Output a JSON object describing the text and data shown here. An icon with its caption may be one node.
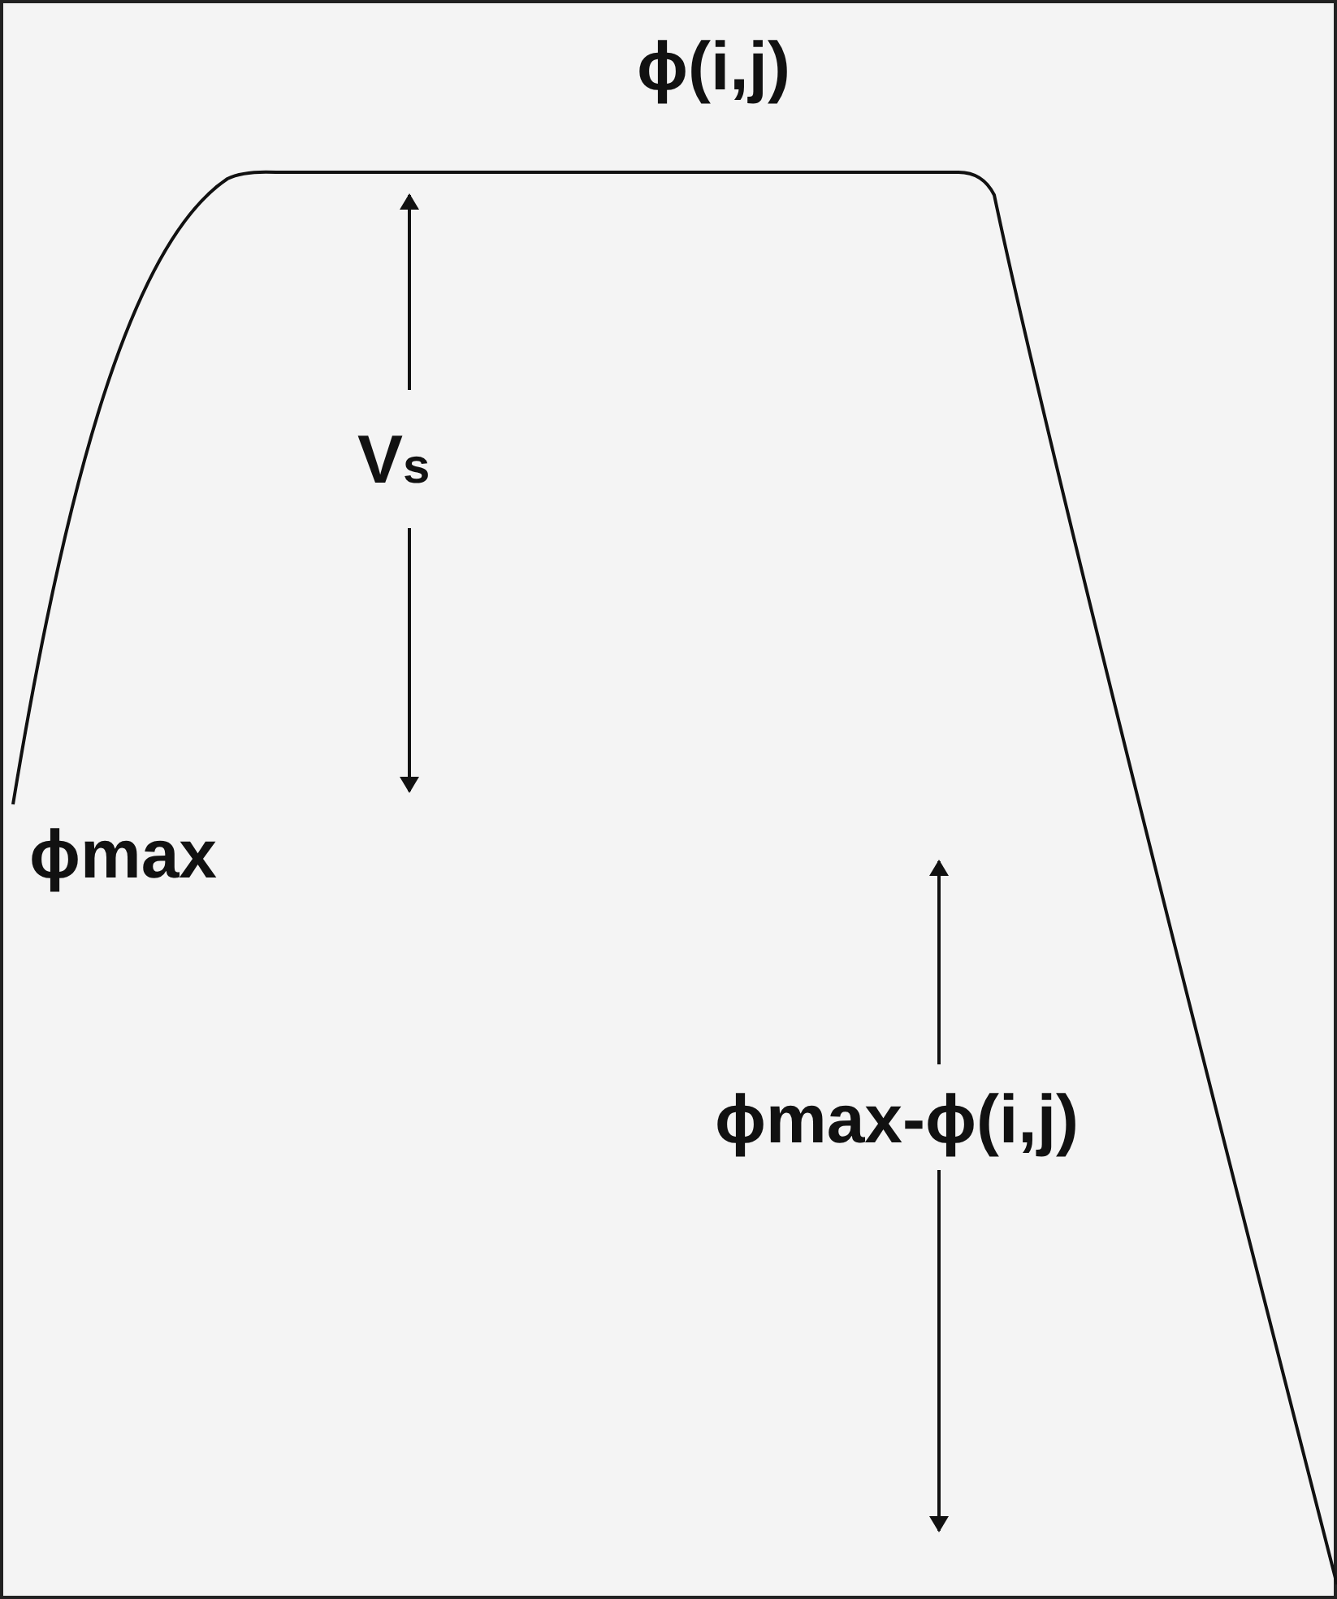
{
  "diagram": {
    "labels": [
      "ϕ(i,j)",
      "V$_{s}$",
      "ϕmax",
      "ϕmax-ϕ(i,j)"
    ]
  }
}
